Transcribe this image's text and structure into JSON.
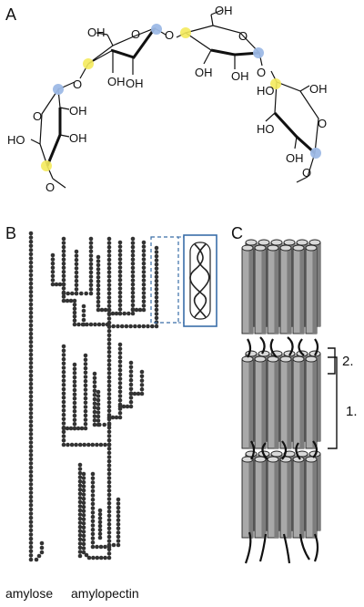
{
  "panels": {
    "a": "A",
    "b": "B",
    "c": "C"
  },
  "molecule": {
    "hydroxyl": "OH",
    "ho": "HO",
    "oxygen": "O"
  },
  "chain_labels": {
    "amylose": "amylose",
    "amylopectin": "amylopectin"
  },
  "regions": {
    "crystalline": "2.",
    "repeat": "1."
  },
  "colors": {
    "glucose_unit": "#333333",
    "highlight_yellow": "#f4ea5c",
    "highlight_blue": "#9db9e6",
    "helix_frame": "#3a6ea8",
    "cylinder_fill": "#a9a9a9"
  }
}
